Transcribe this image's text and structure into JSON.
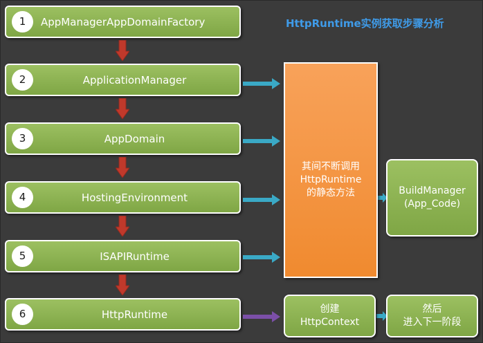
{
  "title": "HttpRuntime实例获取步骤分析",
  "steps": [
    {
      "num": "1",
      "label": "AppManagerAppDomainFactory"
    },
    {
      "num": "2",
      "label": "ApplicationManager"
    },
    {
      "num": "3",
      "label": "AppDomain"
    },
    {
      "num": "4",
      "label": "HostingEnvironment"
    },
    {
      "num": "5",
      "label": "ISAPIRuntime"
    },
    {
      "num": "6",
      "label": "HttpRuntime"
    }
  ],
  "static_box": {
    "line1": "其间不断调用",
    "line2": "HttpRuntime",
    "line3": "的静态方法"
  },
  "build_manager": {
    "line1": "BuildManager",
    "line2": "(App_Code)"
  },
  "create_context": {
    "line1": "创建",
    "line2": "HttpContext"
  },
  "next_stage": {
    "line1": "然后",
    "line2": "进入下一阶段"
  },
  "colors": {
    "step_fill": "#8db451",
    "orange_fill": "#f39540",
    "down_arrow": "#c0392b",
    "blue_arrow": "#3aa9c6",
    "purple_arrow": "#7b4fa8",
    "title_color": "#3f9be8"
  }
}
